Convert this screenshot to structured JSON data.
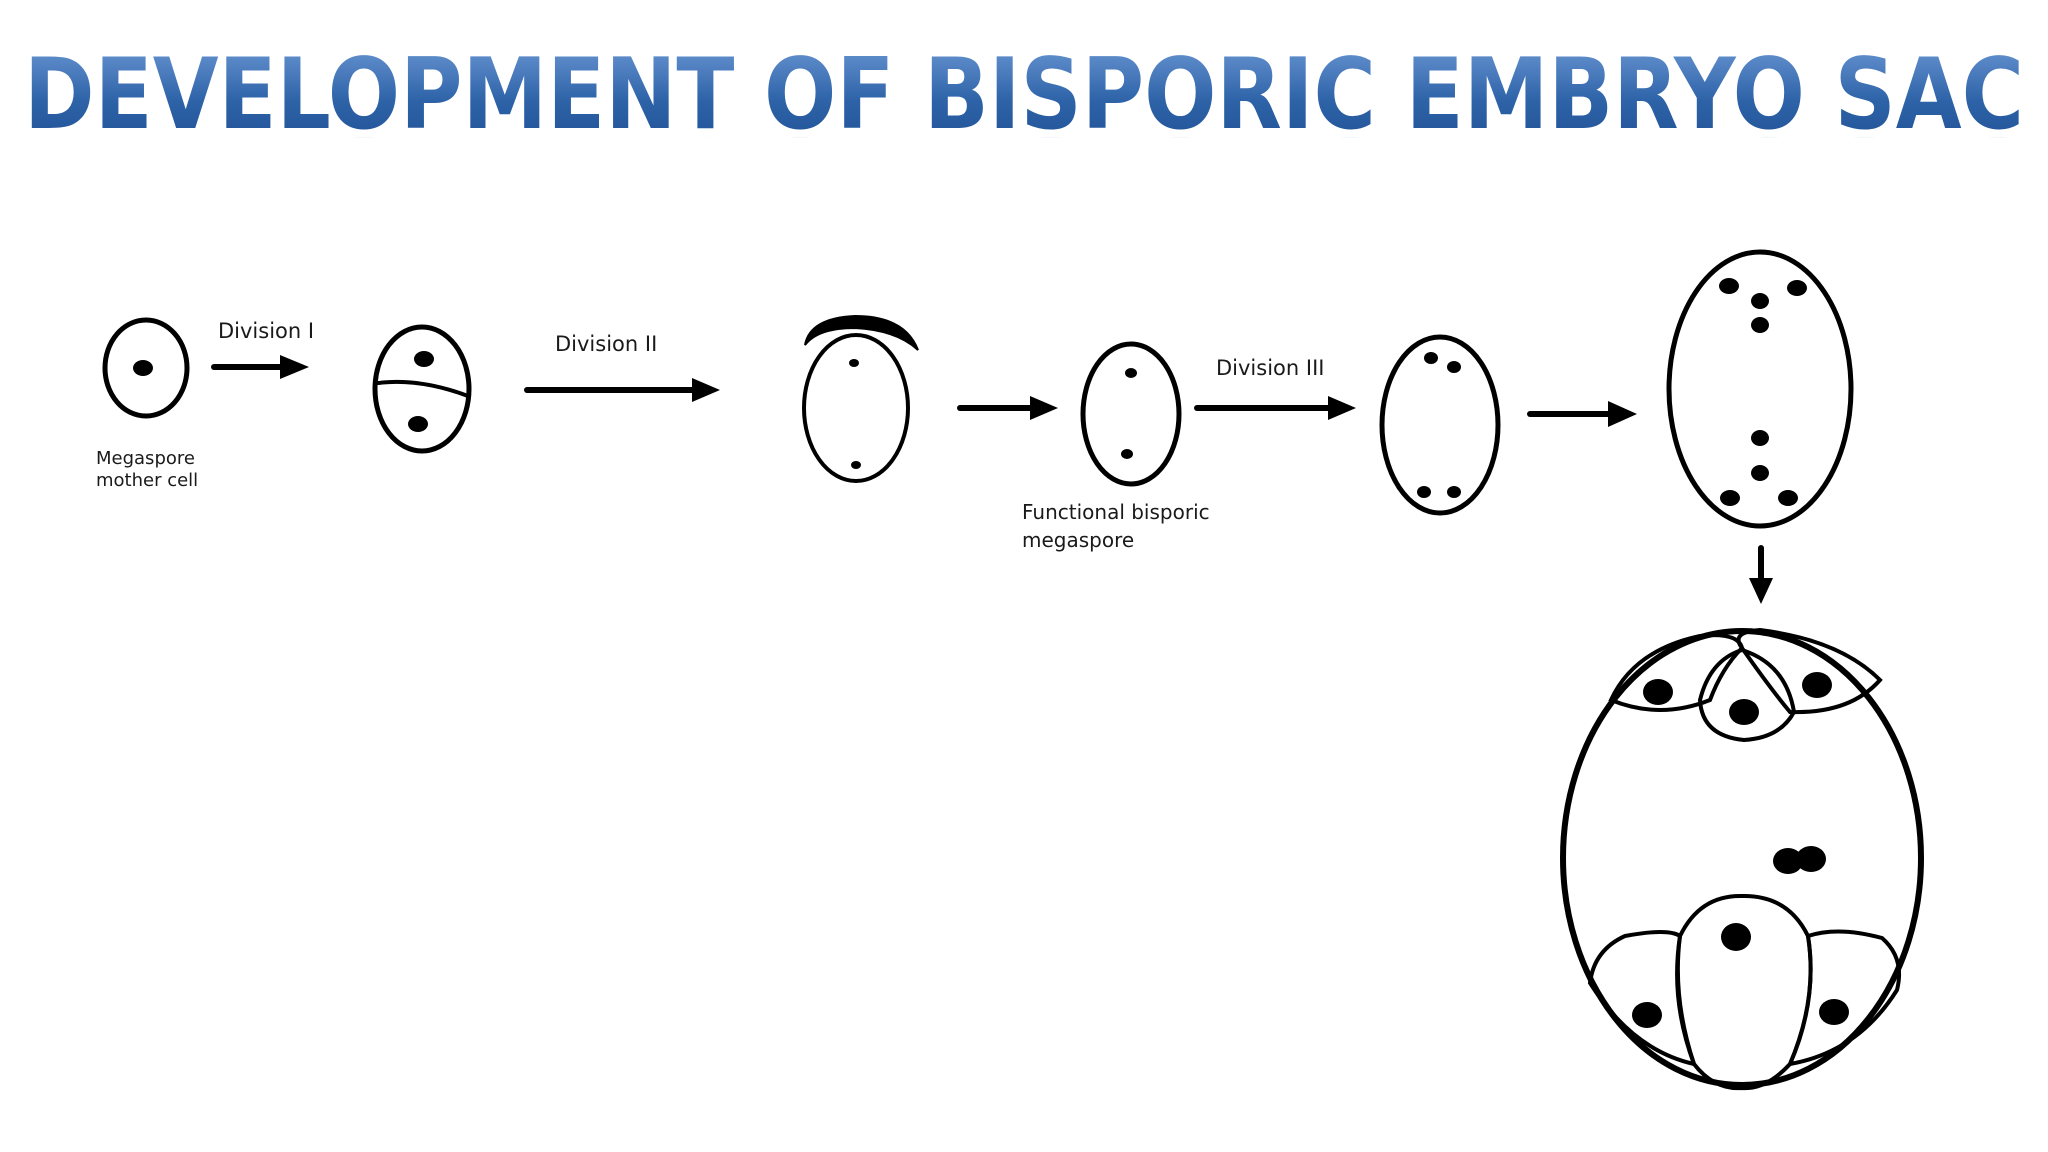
{
  "slide": {
    "title": "DEVELOPMENT OF BISPORIC EMBRYO SAC",
    "title_color": "#2e63a8",
    "title_color_light": "#6e9ad6",
    "line_color": "#000000"
  },
  "stages": [
    {
      "label": "Megaspore\nmother cell"
    },
    {
      "label": ""
    },
    {
      "label": ""
    },
    {
      "label": "Functional bisporic\nmegaspore"
    },
    {
      "label": ""
    },
    {
      "label": ""
    },
    {
      "label": ""
    }
  ],
  "divisions": {
    "first": "Division I",
    "second": "Division II",
    "third": "Division III"
  }
}
